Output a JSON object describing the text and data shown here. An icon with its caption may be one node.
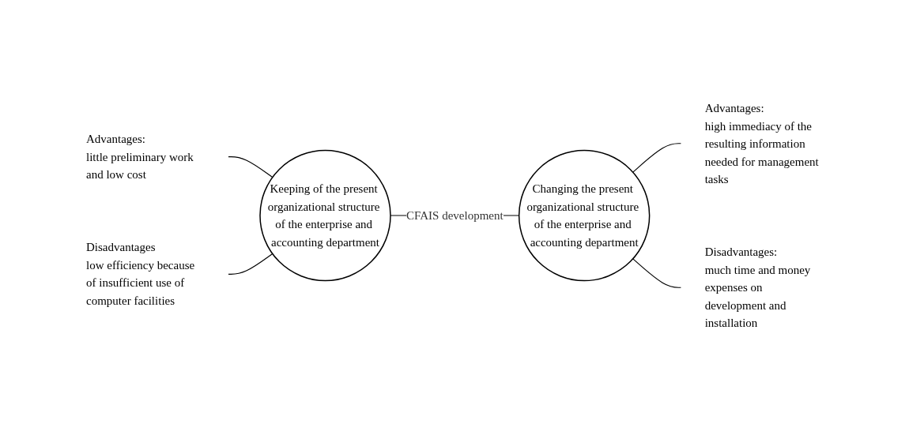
{
  "diagram": {
    "nodes": [
      {
        "text": [
          "Advantages:",
          "little preliminary work and low cost"
        ]
      },
      {
        "text": [
          "Advantages:",
          "high immediacy of the resulting information needed for management tasks"
        ]
      },
      {
        "text": [
          "Keeping of the present organizational structure of the enterprise and accounting department"
        ]
      },
      {
        "text": [
          "Changing the present organizational structure of the enterprise and accounting department"
        ]
      },
      {
        "text": [
          "Disadvantages",
          "low efficiency because of insufficient use of computer facilities"
        ]
      },
      {
        "text": [
          "Disadvantages:",
          "much time and money expenses on development and installation"
        ]
      }
    ],
    "edges": [
      {
        "from": 0,
        "to": 2,
        "arrow": "none"
      },
      {
        "from": 4,
        "to": 2,
        "arrow": "none"
      },
      {
        "from": 2,
        "to": 3,
        "arrow": "none",
        "label": "CFAIS development"
      },
      {
        "from": 3,
        "to": 1,
        "arrow": "none"
      },
      {
        "from": 3,
        "to": 5,
        "arrow": "none"
      }
    ]
  }
}
